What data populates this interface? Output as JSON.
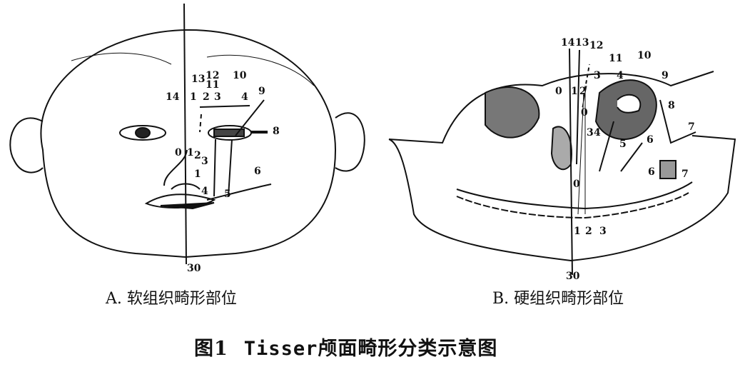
{
  "panel_a": {
    "caption": "A. 软组织畸形部位",
    "labels": [
      "14",
      "13",
      "12",
      "11",
      "1",
      "2",
      "3",
      "10",
      "4",
      "9",
      "8",
      "0",
      "1",
      "2",
      "3",
      "1",
      "4",
      "5",
      "6",
      "30"
    ]
  },
  "panel_b": {
    "caption": "B. 硬组织畸形部位",
    "labels": [
      "14",
      "13",
      "12",
      "11",
      "10",
      "0",
      "1",
      "2",
      "3",
      "4",
      "9",
      "8",
      "7",
      "0",
      "3",
      "4",
      "5",
      "6",
      "6",
      "7",
      "0",
      "1",
      "2",
      "3",
      "30"
    ]
  },
  "figure_caption": {
    "prefix": "图1",
    "name": "Tisser",
    "rest": "颅面畸形分类示意图"
  }
}
